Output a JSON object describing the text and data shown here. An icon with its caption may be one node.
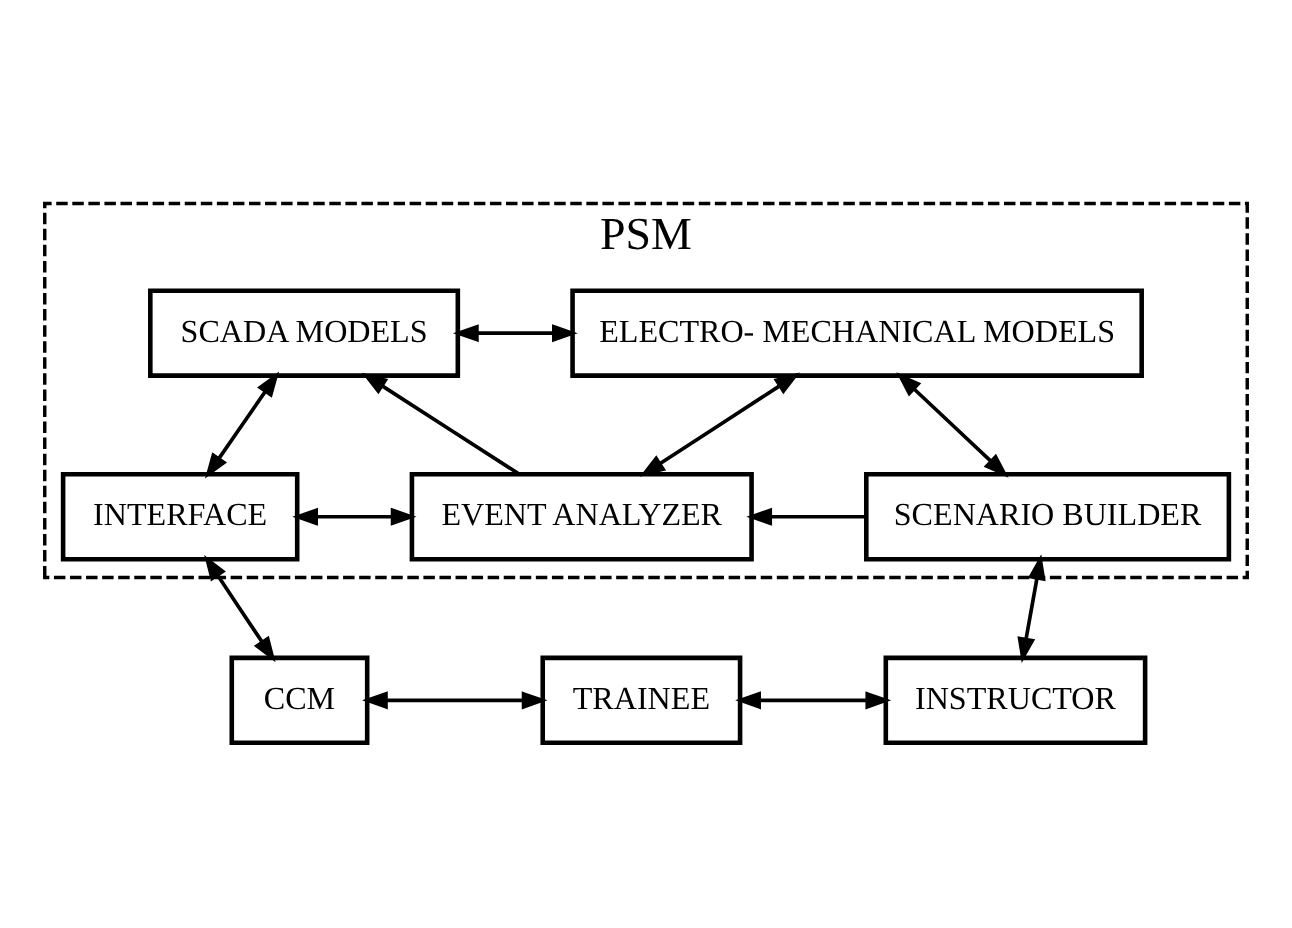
{
  "diagram": {
    "nodes": [
      {
        "text": [
          "PSM"
        ]
      },
      {
        "text": [
          "SCADA MODELS"
        ],
        "in": 0
      },
      {
        "text": [
          "ELECTRO- MECHANICAL MODELS"
        ],
        "in": 0
      },
      {
        "text": [
          "INTERFACE"
        ],
        "in": 0
      },
      {
        "text": [
          "EVENT ANALYZER"
        ],
        "in": 0
      },
      {
        "text": [
          "SCENARIO BUILDER"
        ],
        "in": 0
      },
      {
        "text": [
          "CCM"
        ]
      },
      {
        "text": [
          "TRAINEE"
        ]
      },
      {
        "text": [
          "INSTRUCTOR"
        ]
      }
    ],
    "edges": [
      {
        "from": 1,
        "to": 2,
        "arrow": "both"
      },
      {
        "from": 4,
        "to": 1,
        "arrow": "to"
      },
      {
        "from": 4,
        "to": 2,
        "arrow": "both"
      },
      {
        "from": 1,
        "to": 3,
        "arrow": "both"
      },
      {
        "from": 2,
        "to": 5,
        "arrow": "both"
      },
      {
        "from": 3,
        "to": 4,
        "arrow": "both"
      },
      {
        "from": 5,
        "to": 4,
        "arrow": "to"
      },
      {
        "from": 3,
        "to": 6,
        "arrow": "both"
      },
      {
        "from": 5,
        "to": 8,
        "arrow": "both"
      },
      {
        "from": 6,
        "to": 7,
        "arrow": "both"
      },
      {
        "from": 7,
        "to": 8,
        "arrow": "both"
      }
    ]
  }
}
